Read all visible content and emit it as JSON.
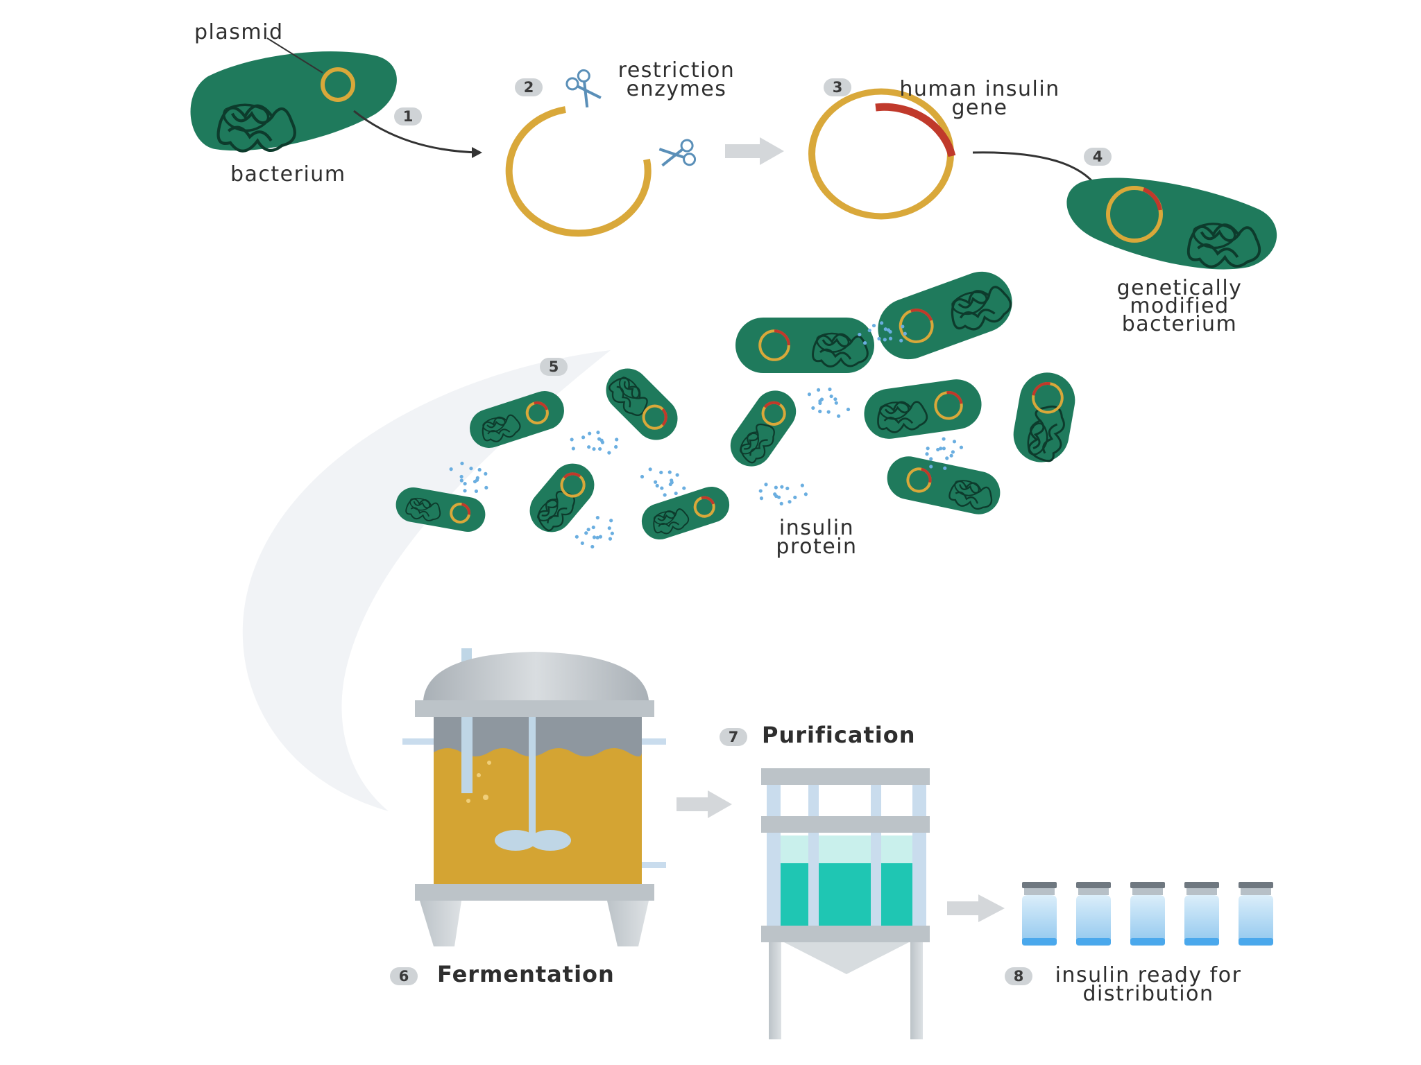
{
  "labels": {
    "plasmid": "plasmid",
    "bacterium": "bacterium",
    "restriction_enzymes": [
      "restriction",
      "enzymes"
    ],
    "human_insulin_gene": [
      "human insulin",
      "gene"
    ],
    "genetically_modified_bacterium": [
      "genetically",
      "modified",
      "bacterium"
    ],
    "insulin_protein": [
      "insulin",
      "protein"
    ],
    "fermentation": "Fermentation",
    "purification": "Purification",
    "insulin_ready": [
      "insulin ready for",
      "distribution"
    ]
  },
  "steps": [
    "1",
    "2",
    "3",
    "4",
    "5",
    "6",
    "7",
    "8"
  ],
  "colors": {
    "bacterium_green": "#1f7a5c",
    "plasmid_gold": "#d9a83a",
    "insulin_gene_red": "#c0392b",
    "arrow_dark": "#333333",
    "arrow_light": "#d4d7da",
    "protein_blue": "#6aaee0",
    "fermenter_liquid": "#d4a433",
    "purifier_liquid": "#1fc6b3",
    "vial_blue": "#a9d4f2"
  },
  "icons": [
    "scissors-icon",
    "scissors-icon"
  ],
  "vial_count": 5
}
